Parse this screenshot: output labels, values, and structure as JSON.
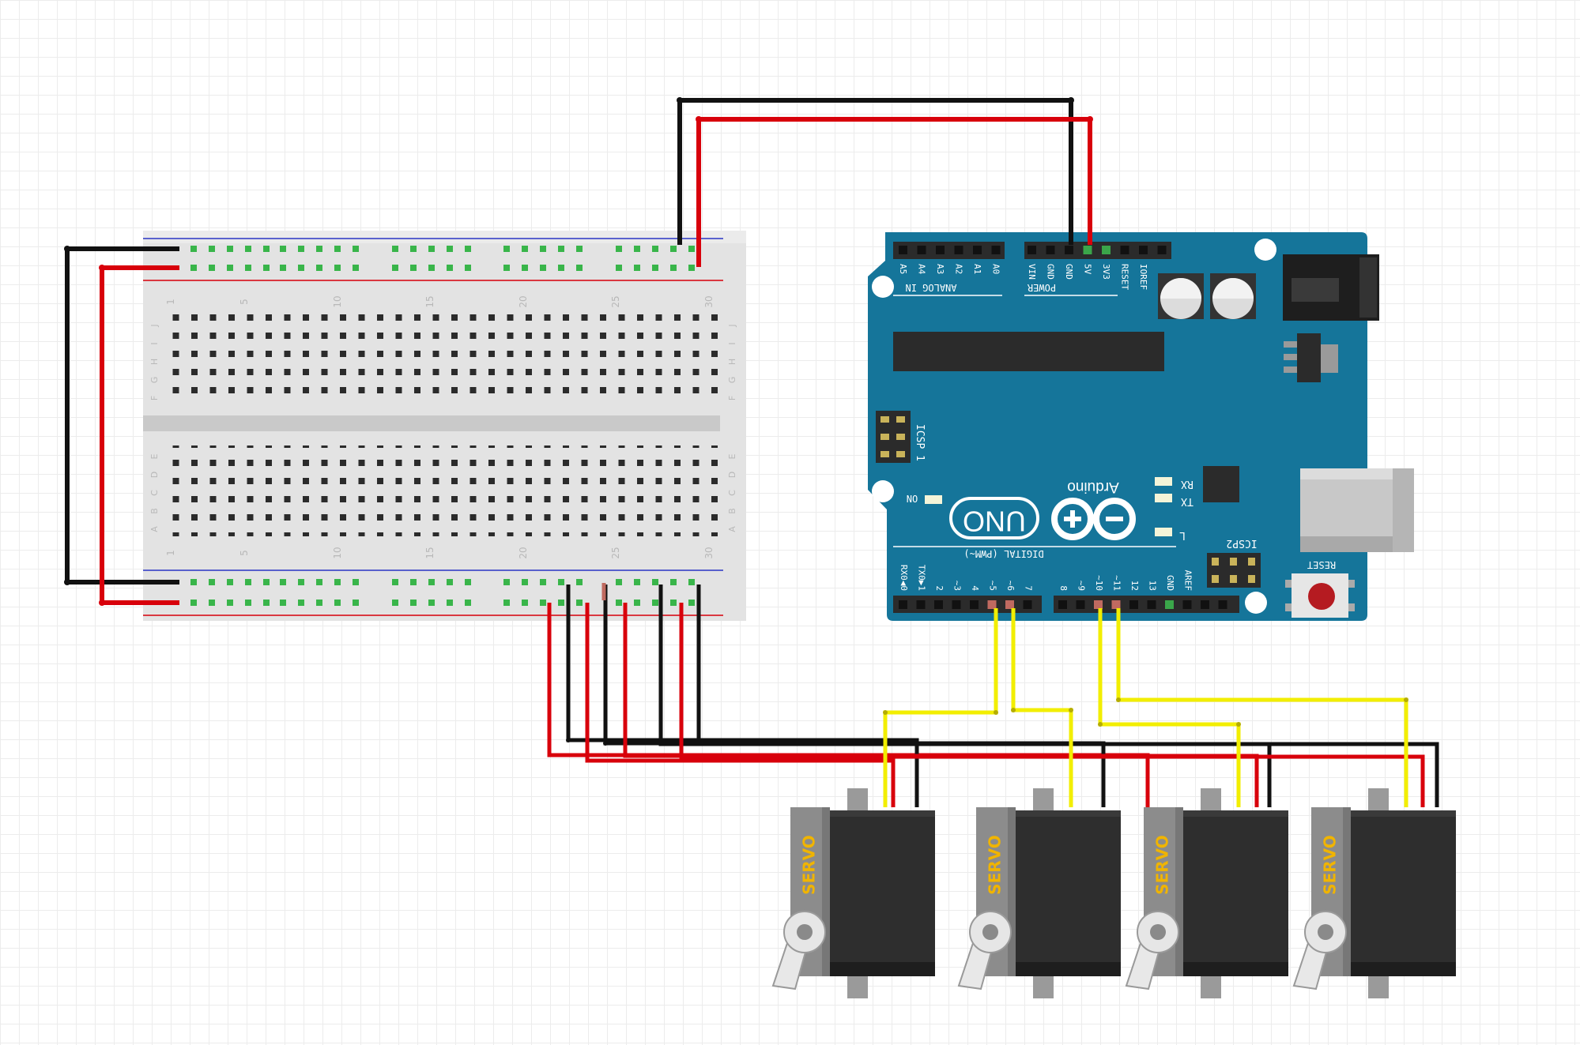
{
  "breadboard": {
    "col_marks": [
      "1",
      "5",
      "10",
      "15",
      "20",
      "25",
      "30"
    ],
    "rows_top": [
      "J",
      "I",
      "H",
      "G",
      "F"
    ],
    "rows_bottom": [
      "E",
      "D",
      "C",
      "B",
      "A"
    ]
  },
  "arduino": {
    "analog_pins": [
      "A5",
      "A4",
      "A3",
      "A2",
      "A1",
      "A0"
    ],
    "analog_title": "ANALOG IN",
    "power_pins": [
      "VIN",
      "GND",
      "GND",
      "5V",
      "3V3",
      "RESET",
      "IOREF"
    ],
    "power_title": "POWER",
    "icsp_label": "ICSP",
    "icsp_pin1": "1",
    "brand": "Arduino",
    "model": "UNO",
    "led_labels": [
      "RX",
      "TX",
      "L"
    ],
    "on_label": "ON",
    "icsp2_label": "ICSP2",
    "reset_label": "RESET",
    "digital_title": "DIGITAL (PWM~)",
    "digital_left": [
      "RX0◀0",
      "TX0▶1",
      "2",
      "~3",
      "4",
      "~5",
      "~6",
      "7"
    ],
    "digital_right": [
      "8",
      "~9",
      "~10",
      "~11",
      "12",
      "13",
      "GND",
      "AREF"
    ]
  },
  "servos": [
    {
      "label": "SERVO",
      "signal_pin": "~5"
    },
    {
      "label": "SERVO",
      "signal_pin": "~6"
    },
    {
      "label": "SERVO",
      "signal_pin": "~10"
    },
    {
      "label": "SERVO",
      "signal_pin": "~11"
    }
  ],
  "colors": {
    "board": "#15759a",
    "wire_black": "#111111",
    "wire_red": "#d8000b",
    "wire_yellow": "#f2ee00",
    "breadboard": "#e3e3e3",
    "rail_blue": "#2b35c4",
    "rail_red": "#d8000b",
    "servo_body": "#2e2e2e",
    "servo_label": "#f0b400"
  }
}
